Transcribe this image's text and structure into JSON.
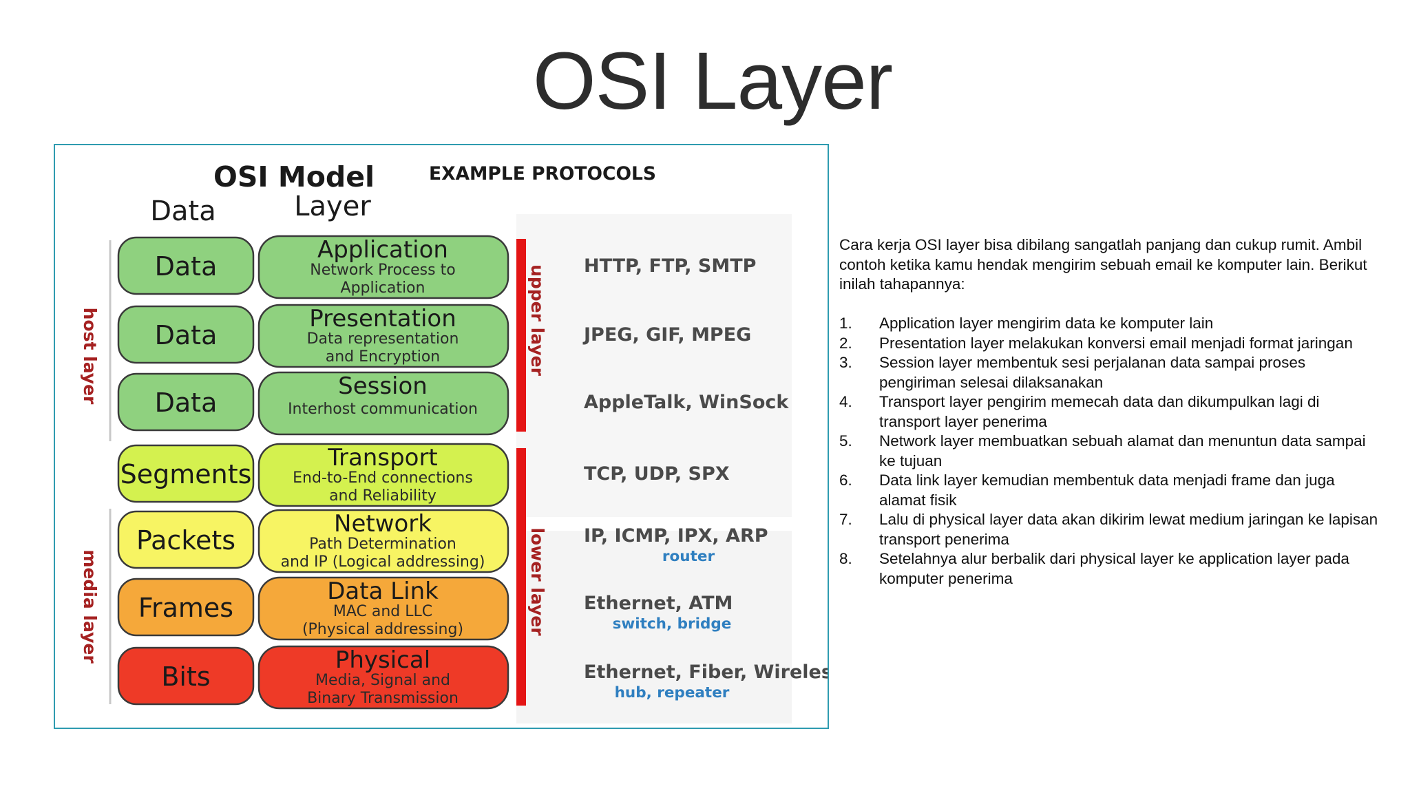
{
  "slide": {
    "title": "OSI Layer"
  },
  "figure": {
    "heading": "OSI  Model",
    "protocols_heading": "EXAMPLE PROTOCOLS",
    "col_data": "Data",
    "col_layer": "Layer",
    "host_label": "host layer",
    "media_label": "media layer",
    "upper_label": "upper layer",
    "lower_label": "lower layer",
    "colors": {
      "green": "#8fd17f",
      "yellow_green": "#d4f14f",
      "yellow": "#f7f463",
      "orange": "#f5a83a",
      "red": "#ee3a27",
      "bar_red": "#e41515",
      "side_text": "#a52121",
      "device_blue": "#2f7fc0"
    },
    "layers": [
      {
        "data": "Data",
        "name": "Application",
        "desc": [
          "Network Process to",
          "Application"
        ],
        "protocols": "HTTP, FTP, SMTP",
        "devices": "",
        "color": "#8fd17f"
      },
      {
        "data": "Data",
        "name": "Presentation",
        "desc": [
          "Data representation",
          "and Encryption"
        ],
        "protocols": "JPEG, GIF, MPEG",
        "devices": "",
        "color": "#8fd17f"
      },
      {
        "data": "Data",
        "name": "Session",
        "desc": [
          "Interhost communication"
        ],
        "protocols": "AppleTalk, WinSock",
        "devices": "",
        "color": "#8fd17f"
      },
      {
        "data": "Segments",
        "name": "Transport",
        "desc": [
          "End-to-End connections",
          "and Reliability"
        ],
        "protocols": "TCP, UDP, SPX",
        "devices": "",
        "color": "#d4f14f"
      },
      {
        "data": "Packets",
        "name": "Network",
        "desc": [
          "Path Determination",
          "and IP (Logical addressing)"
        ],
        "protocols": "IP, ICMP, IPX, ARP",
        "devices": "router",
        "color": "#f7f463"
      },
      {
        "data": "Frames",
        "name": "Data Link",
        "desc": [
          "MAC and LLC",
          "(Physical addressing)"
        ],
        "protocols": "Ethernet, ATM",
        "devices": "switch, bridge",
        "color": "#f5a83a"
      },
      {
        "data": "Bits",
        "name": "Physical",
        "desc": [
          "Media, Signal and",
          "Binary Transmission"
        ],
        "protocols": "Ethernet, Fiber, Wireless",
        "devices": "hub, repeater",
        "color": "#ee3a27"
      }
    ]
  },
  "description": {
    "intro": "Cara kerja OSI layer bisa dibilang sangatlah panjang dan cukup rumit. Ambil contoh ketika kamu hendak mengirim sebuah email ke komputer lain. Berikut inilah tahapannya:",
    "steps": [
      {
        "num": "1.",
        "text": "Application layer mengirim data ke komputer lain"
      },
      {
        "num": "2.",
        "text": "Presentation layer melakukan konversi email menjadi format jaringan"
      },
      {
        "num": "3.",
        "text": "Session layer membentuk sesi perjalanan data sampai proses pengiriman selesai dilaksanakan"
      },
      {
        "num": "4.",
        "text": "Transport layer pengirim memecah data dan dikumpulkan lagi di transport layer penerima"
      },
      {
        "num": "5.",
        "text": "Network layer membuatkan sebuah alamat dan menuntun data sampai ke tujuan"
      },
      {
        "num": "6.",
        "text": "Data link layer kemudian membentuk data menjadi frame dan juga alamat fisik"
      },
      {
        "num": "7.",
        "text": "Lalu di physical layer data akan dikirim lewat medium jaringan ke lapisan transport penerima"
      },
      {
        "num": "8.",
        "text": "Setelahnya alur berbalik dari physical layer ke application layer pada komputer penerima"
      }
    ]
  }
}
